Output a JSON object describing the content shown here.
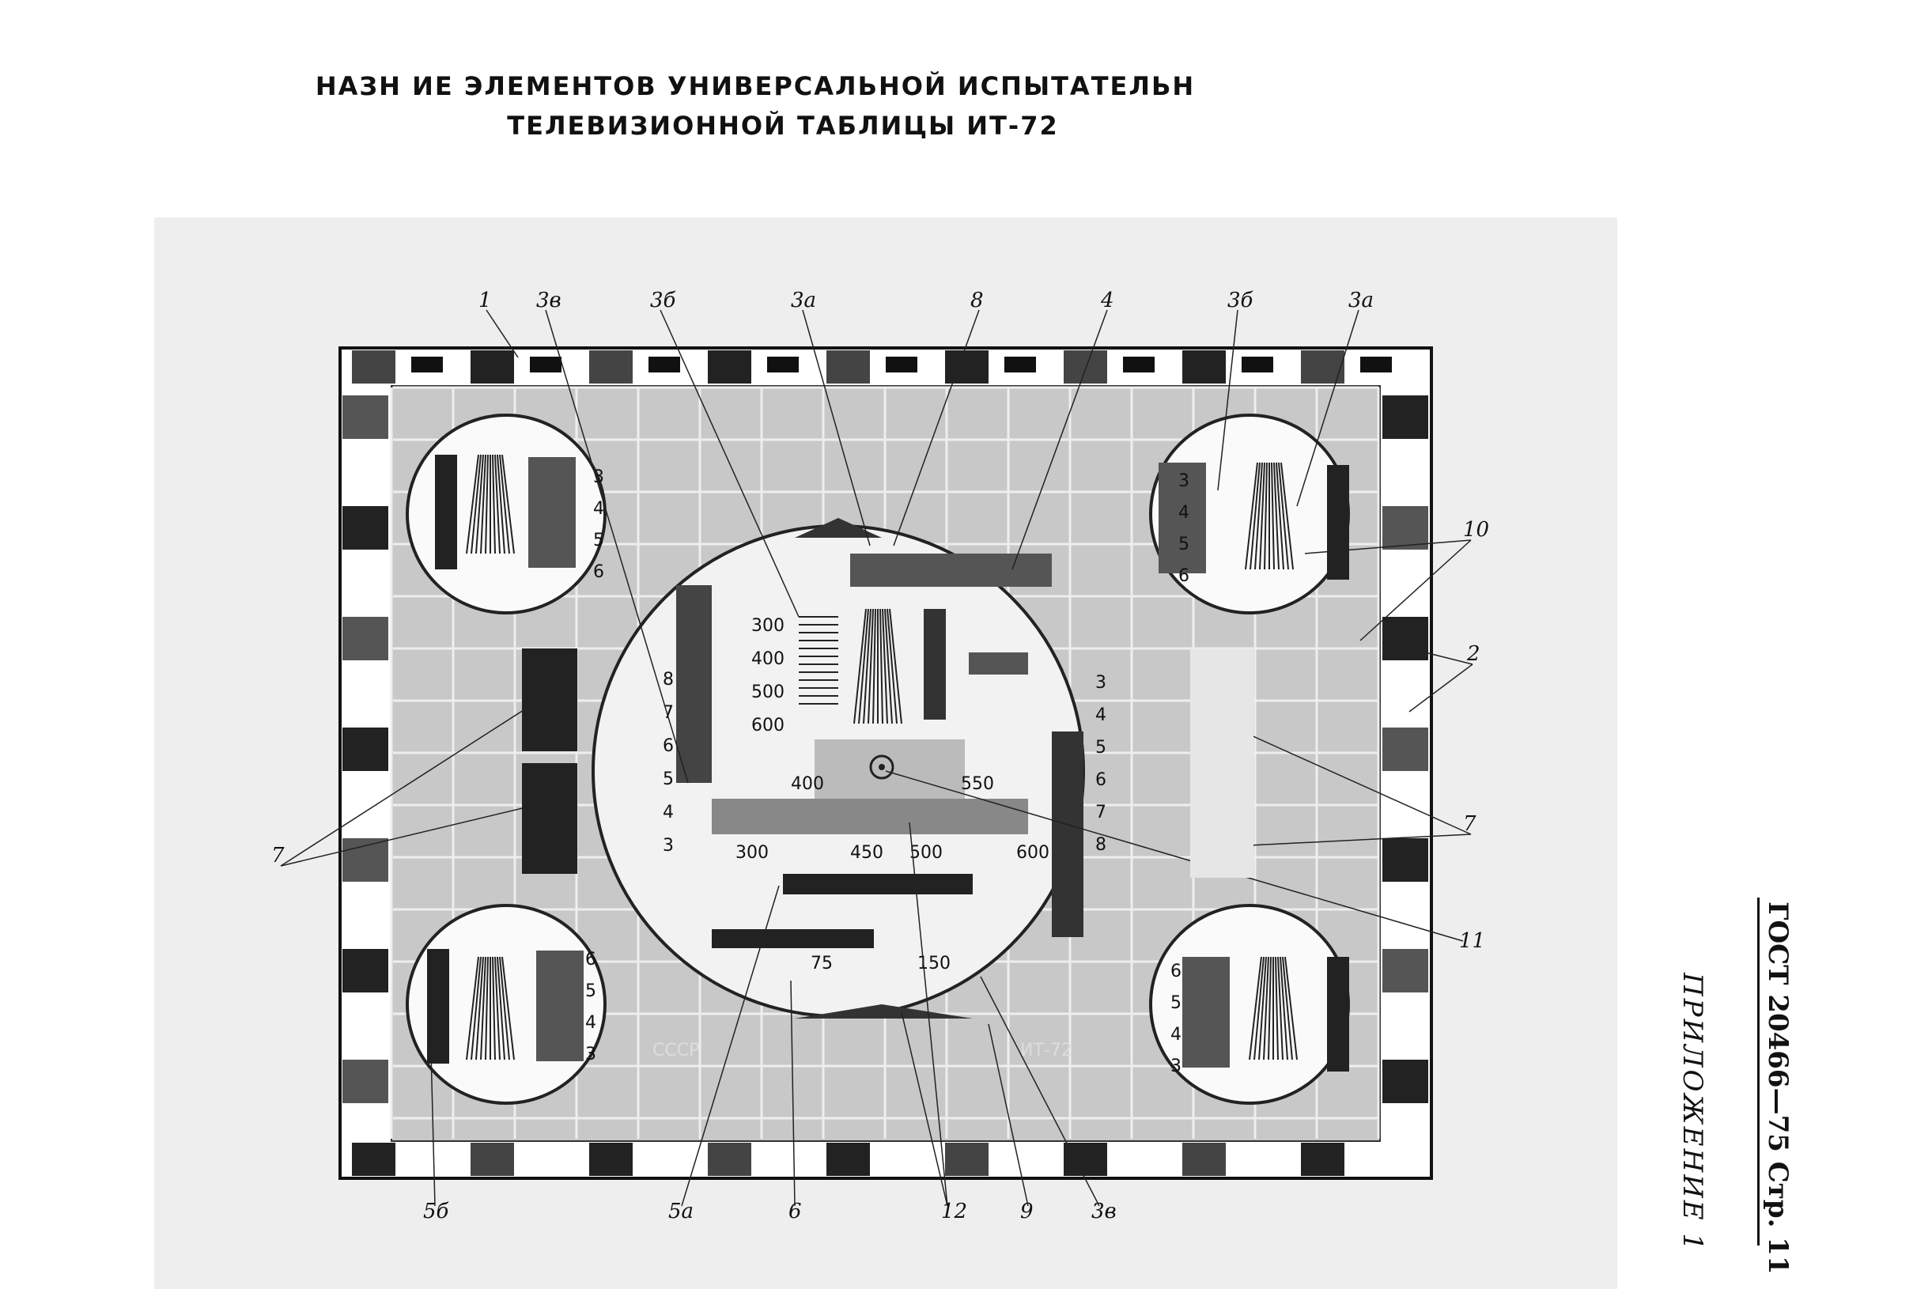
{
  "header": {
    "line1": "НАЗН       ИЕ ЭЛЕМЕНТОВ УНИВЕРСАЛЬНОЙ ИСПЫТАТЕЛЬН",
    "line2": "ТЕЛЕВИЗИОННОЙ ТАБЛИЦЫ ИТ-72"
  },
  "side": {
    "gost": "ГОСТ 20466—75 Стр. 11",
    "appendix": "ПРИЛОЖЕНИЕ 1"
  },
  "callouts": {
    "c1": "1",
    "c3v_tl": "3в",
    "c3b_tl": "3б",
    "c3a_tl": "3а",
    "c8": "8",
    "c4": "4",
    "c3b_tr": "3б",
    "c3a_tr": "3а",
    "c10": "10",
    "c2": "2",
    "c7_r": "7",
    "c11": "11",
    "c7_l": "7",
    "c5b": "5б",
    "c5a": "5а",
    "c6": "6",
    "c12": "12",
    "c9": "9",
    "c3v_b": "3в"
  },
  "chart_labels": {
    "left_stack": [
      "300",
      "400",
      "500",
      "600"
    ],
    "mid_top": [
      "400",
      "550"
    ],
    "mid_bottom": [
      "300",
      "450",
      "500",
      "600"
    ],
    "left_scale": [
      "8",
      "7",
      "6",
      "5",
      "4",
      "3"
    ],
    "right_scale": [
      "3",
      "4",
      "5",
      "6",
      "7",
      "8"
    ],
    "small_scale": [
      "75",
      "150"
    ],
    "circle_tl": [
      "3",
      "4",
      "5",
      "6"
    ],
    "circle_tr": [
      "3",
      "4",
      "5",
      "6"
    ],
    "circle_bl": [
      "6",
      "5",
      "4",
      "3"
    ],
    "circle_br": [
      "6",
      "5",
      "4",
      "3"
    ],
    "ussr": "СССР",
    "it72": "ИТ-72"
  }
}
